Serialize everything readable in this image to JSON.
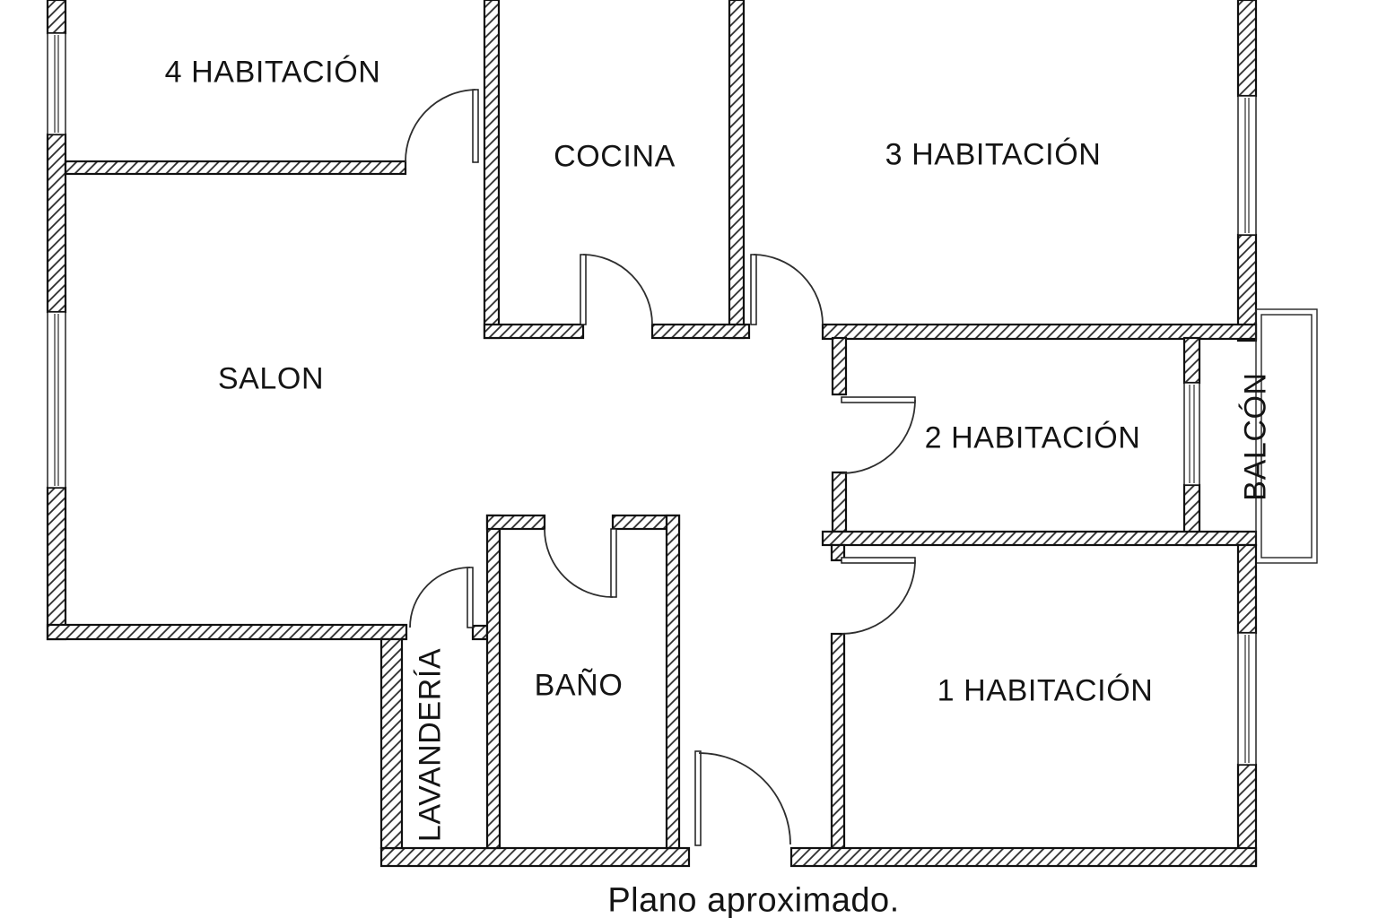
{
  "plan": {
    "caption": "Plano aproximado.",
    "colors": {
      "line": "#141414",
      "background": "#ffffff"
    },
    "rooms": [
      {
        "id": "room4",
        "label": "4 HABITACIÓN"
      },
      {
        "id": "cocina",
        "label": "COCINA"
      },
      {
        "id": "room3",
        "label": "3 HABITACIÓN"
      },
      {
        "id": "salon",
        "label": "SALON"
      },
      {
        "id": "room2",
        "label": "2 HABITACIÓN"
      },
      {
        "id": "balcon",
        "label": "BALCÓN"
      },
      {
        "id": "lavanderia",
        "label": "LAVANDERÍA"
      },
      {
        "id": "bano",
        "label": "BAÑO"
      },
      {
        "id": "room1",
        "label": "1 HABITACIÓN"
      }
    ]
  }
}
